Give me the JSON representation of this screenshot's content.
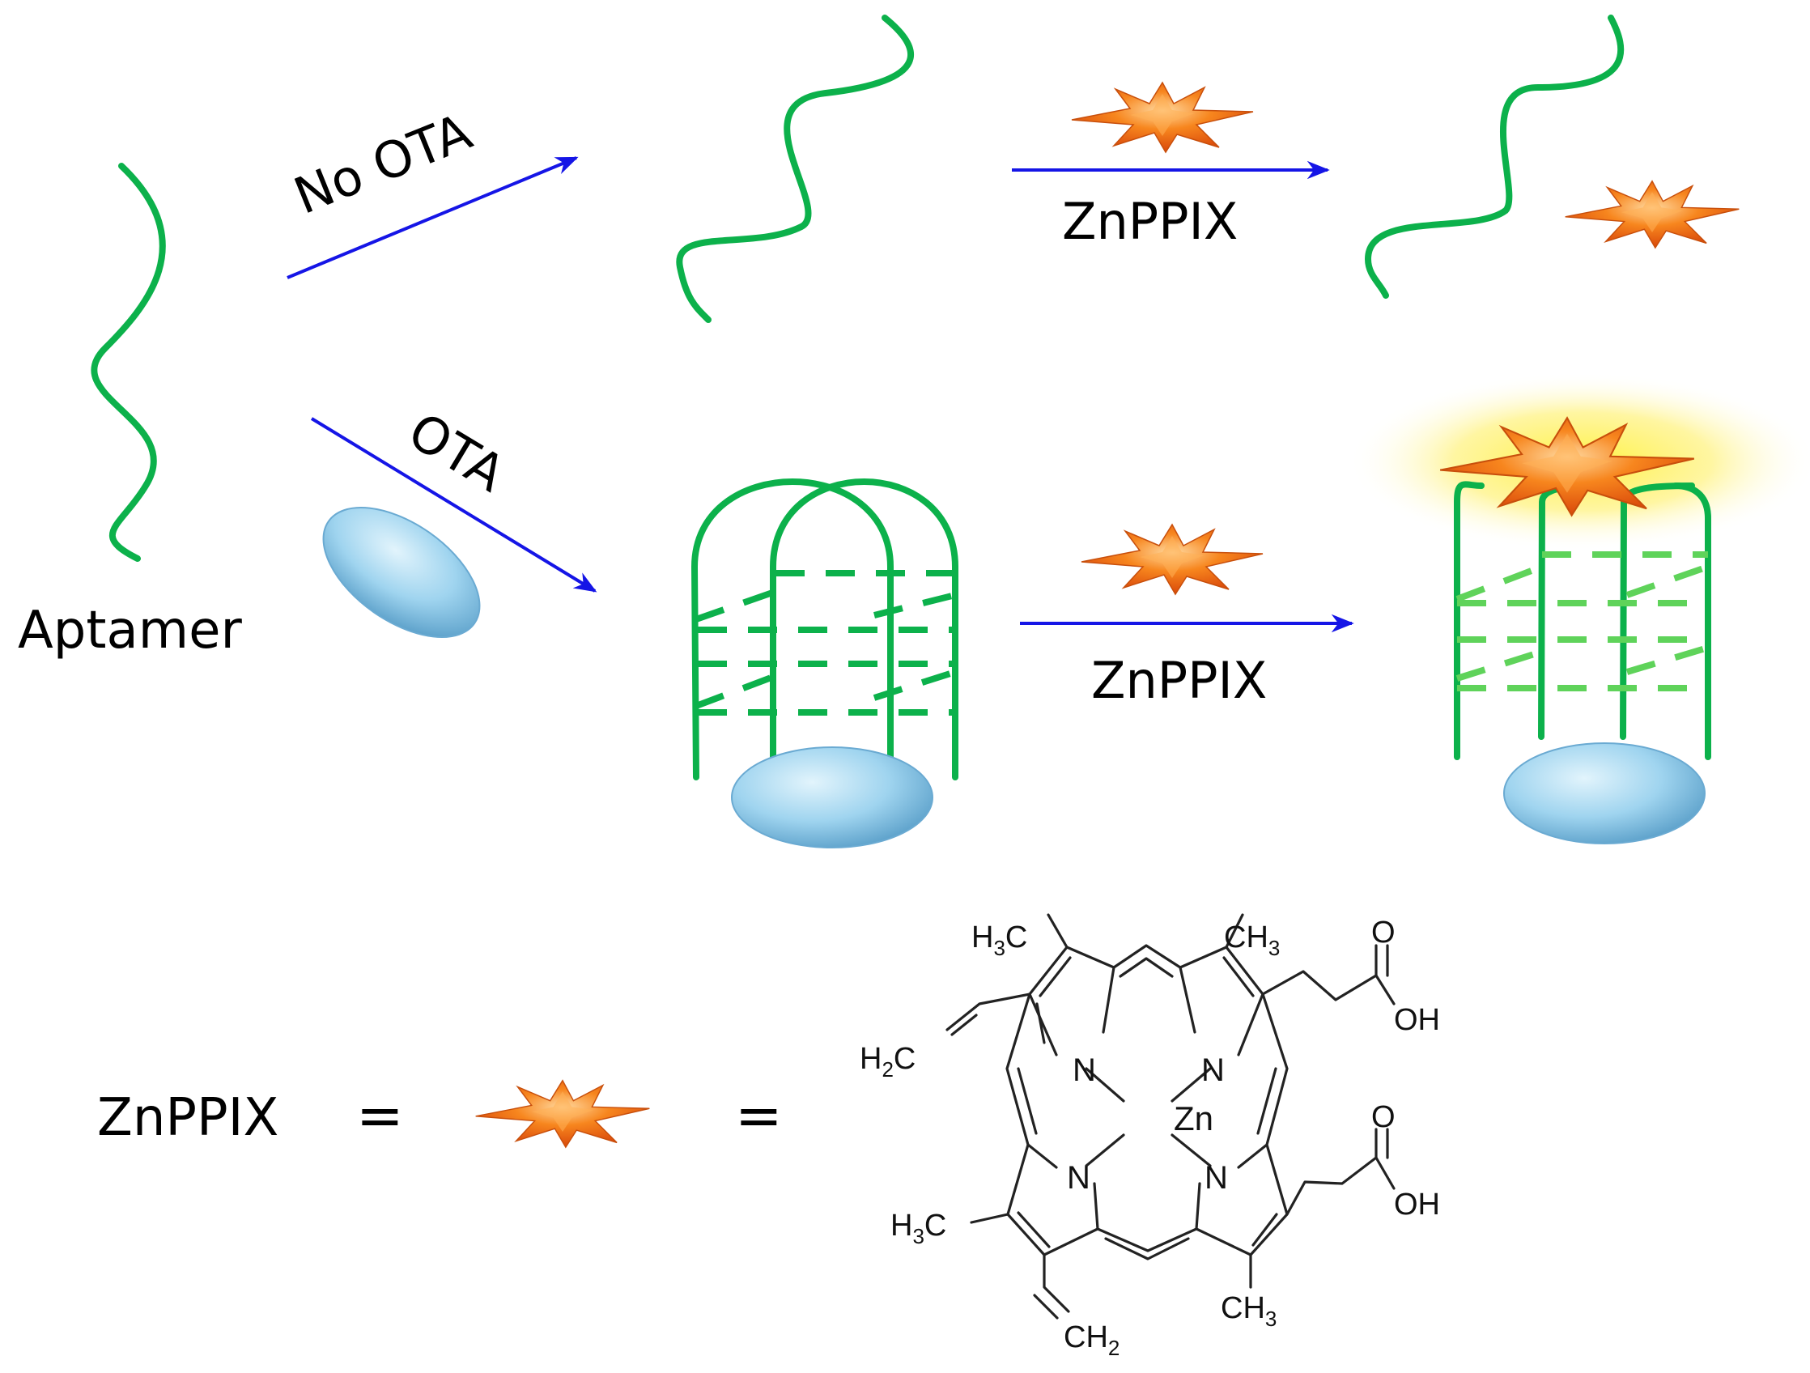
{
  "labels": {
    "aptamer": "Aptamer",
    "no_ota": "No OTA",
    "ota": "OTA",
    "znppix_top": "ZnPPIX",
    "znppix_bottom": "ZnPPIX",
    "legend_name": "ZnPPIX",
    "equals_1": "=",
    "equals_2": "="
  },
  "structure": {
    "zn": "Zn",
    "n_top_left": "N",
    "n_top_right": "N",
    "n_bottom_left": "N",
    "n_bottom_right": "N",
    "sub_top_left": "H",
    "sub_top_left_num": "3",
    "sub_top_left_c": "C",
    "sub_top_right": "CH",
    "sub_top_right_num": "3",
    "sub_vinyl_left_h": "H",
    "sub_vinyl_left_num": "2",
    "sub_vinyl_left_c": "C",
    "sub_bottom_left": "H",
    "sub_bottom_left_num": "3",
    "sub_bottom_left_c": "C",
    "sub_bottom_right": "CH",
    "sub_bottom_right_num": "3",
    "sub_vinyl_bottom": "CH",
    "sub_vinyl_bottom_num": "2",
    "acid_o_top": "O",
    "acid_oh_top": "OH",
    "acid_o_bottom": "O",
    "acid_oh_bottom": "OH"
  },
  "colors": {
    "dna": "#0cb14b",
    "dna_light": "#5fd35a",
    "arrow": "#1515e6",
    "star": "#f26b12",
    "ota": "#9fd4ef",
    "glow": "#ffe94d"
  },
  "icons": [
    "aptamer-strand-icon",
    "ota-molecule-icon",
    "znppix-star-icon",
    "g-quadruplex-icon",
    "fluorescence-glow-icon"
  ]
}
